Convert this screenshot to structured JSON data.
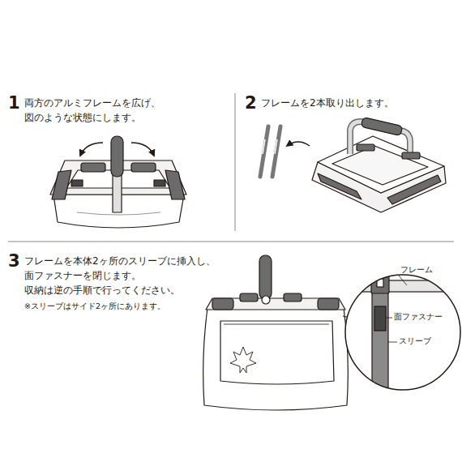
{
  "diagram": {
    "labels": [
      "1",
      "両方のアルミフレームを広げ、 図のような状態にします。",
      "2",
      "フレームを2本取り出します。",
      "3",
      "フレームを本体2ヶ所のスリーブに挿入し、 面ファスナーを閉じます。 収納は逆の手順で行ってください。",
      "※スリーブはサイド2ヶ所にあります。",
      "フレーム",
      "面ファスナー",
      "スリーブ"
    ]
  }
}
